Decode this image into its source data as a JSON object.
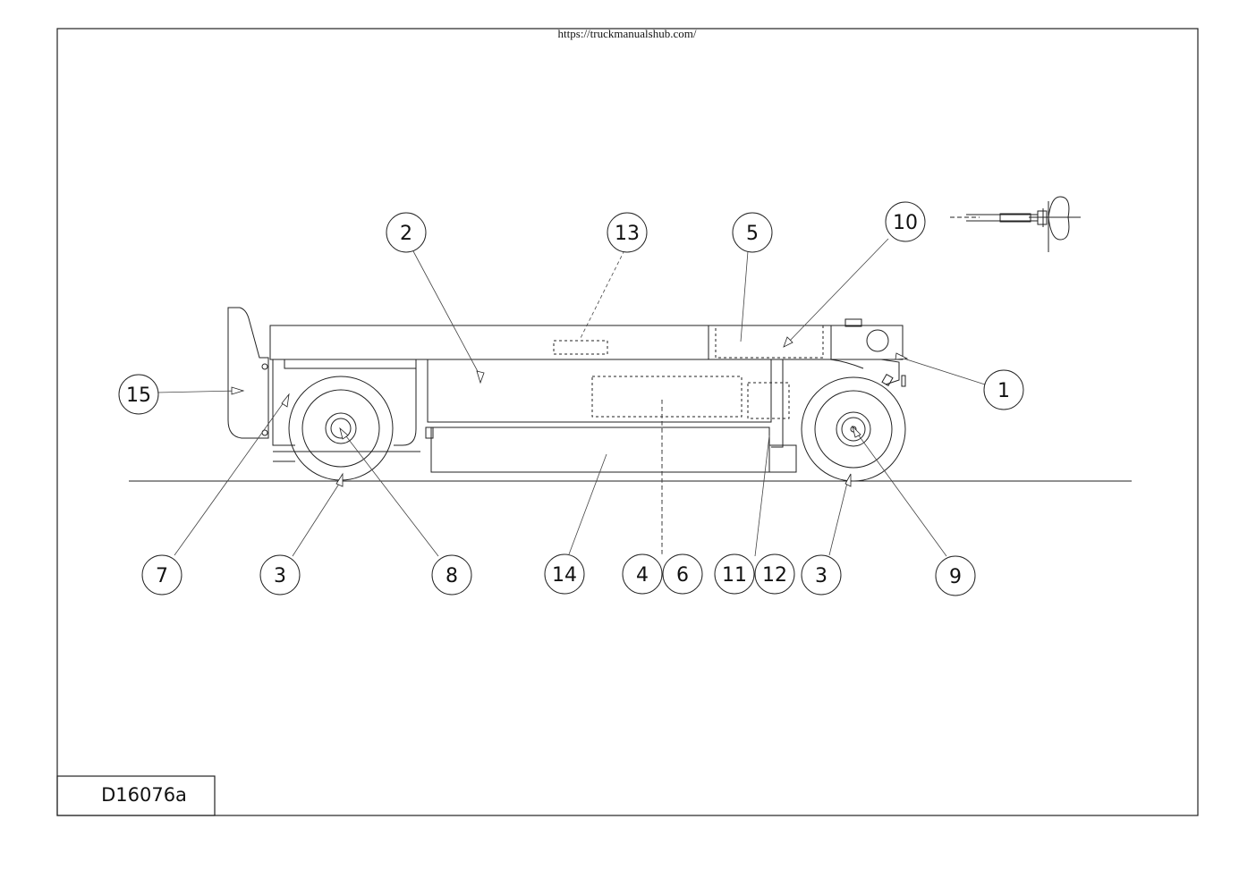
{
  "header": {
    "url": "https://truckmanualshub.com/"
  },
  "title_block": {
    "drawing_id": "D16076a"
  },
  "callouts": [
    {
      "id": "c2",
      "label": "2"
    },
    {
      "id": "c13",
      "label": "13"
    },
    {
      "id": "c5",
      "label": "5"
    },
    {
      "id": "c10",
      "label": "10"
    },
    {
      "id": "c1",
      "label": "1"
    },
    {
      "id": "c15",
      "label": "15"
    },
    {
      "id": "c7",
      "label": "7"
    },
    {
      "id": "c3a",
      "label": "3"
    },
    {
      "id": "c8",
      "label": "8"
    },
    {
      "id": "c14",
      "label": "14"
    },
    {
      "id": "c4",
      "label": "4"
    },
    {
      "id": "c6",
      "label": "6"
    },
    {
      "id": "c11",
      "label": "11"
    },
    {
      "id": "c12",
      "label": "12"
    },
    {
      "id": "c3b",
      "label": "3"
    },
    {
      "id": "c9",
      "label": "9"
    }
  ]
}
